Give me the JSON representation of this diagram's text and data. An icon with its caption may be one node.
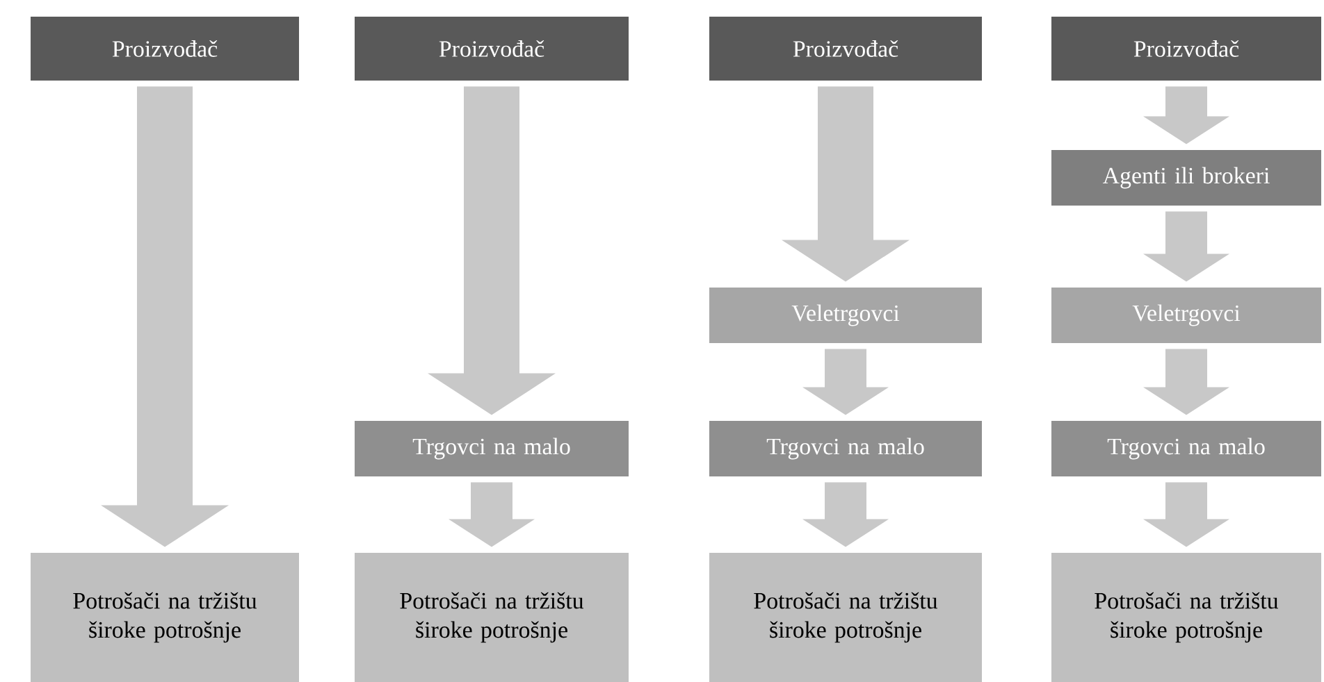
{
  "diagram": {
    "nodes": [
      {
        "text": [
          "Proizvođač"
        ]
      },
      {
        "text": [
          "Potrošači na tržištu široke potrošnje"
        ]
      },
      {
        "text": [
          "Proizvođač"
        ]
      },
      {
        "text": [
          "Trgovci na malo"
        ]
      },
      {
        "text": [
          "Potrošači na tržištu široke potrošnje"
        ]
      },
      {
        "text": [
          "Proizvođač"
        ]
      },
      {
        "text": [
          "Veletrgovci"
        ]
      },
      {
        "text": [
          "Trgovci na malo"
        ]
      },
      {
        "text": [
          "Potrošači na tržištu široke potrošnje"
        ]
      },
      {
        "text": [
          "Proizvođač"
        ]
      },
      {
        "text": [
          "Agenti ili brokeri"
        ]
      },
      {
        "text": [
          "Veletrgovci"
        ]
      },
      {
        "text": [
          "Trgovci na malo"
        ]
      },
      {
        "text": [
          "Potrošači na tržištu široke potrošnje"
        ]
      }
    ],
    "edges": [
      {
        "from": 0,
        "to": 1,
        "arrow": "to"
      },
      {
        "from": 2,
        "to": 3,
        "arrow": "to"
      },
      {
        "from": 3,
        "to": 4,
        "arrow": "to"
      },
      {
        "from": 5,
        "to": 6,
        "arrow": "to"
      },
      {
        "from": 6,
        "to": 7,
        "arrow": "to"
      },
      {
        "from": 7,
        "to": 8,
        "arrow": "to"
      },
      {
        "from": 9,
        "to": 10,
        "arrow": "to"
      },
      {
        "from": 10,
        "to": 11,
        "arrow": "to"
      },
      {
        "from": 11,
        "to": 12,
        "arrow": "to"
      },
      {
        "from": 12,
        "to": 13,
        "arrow": "to"
      }
    ]
  }
}
